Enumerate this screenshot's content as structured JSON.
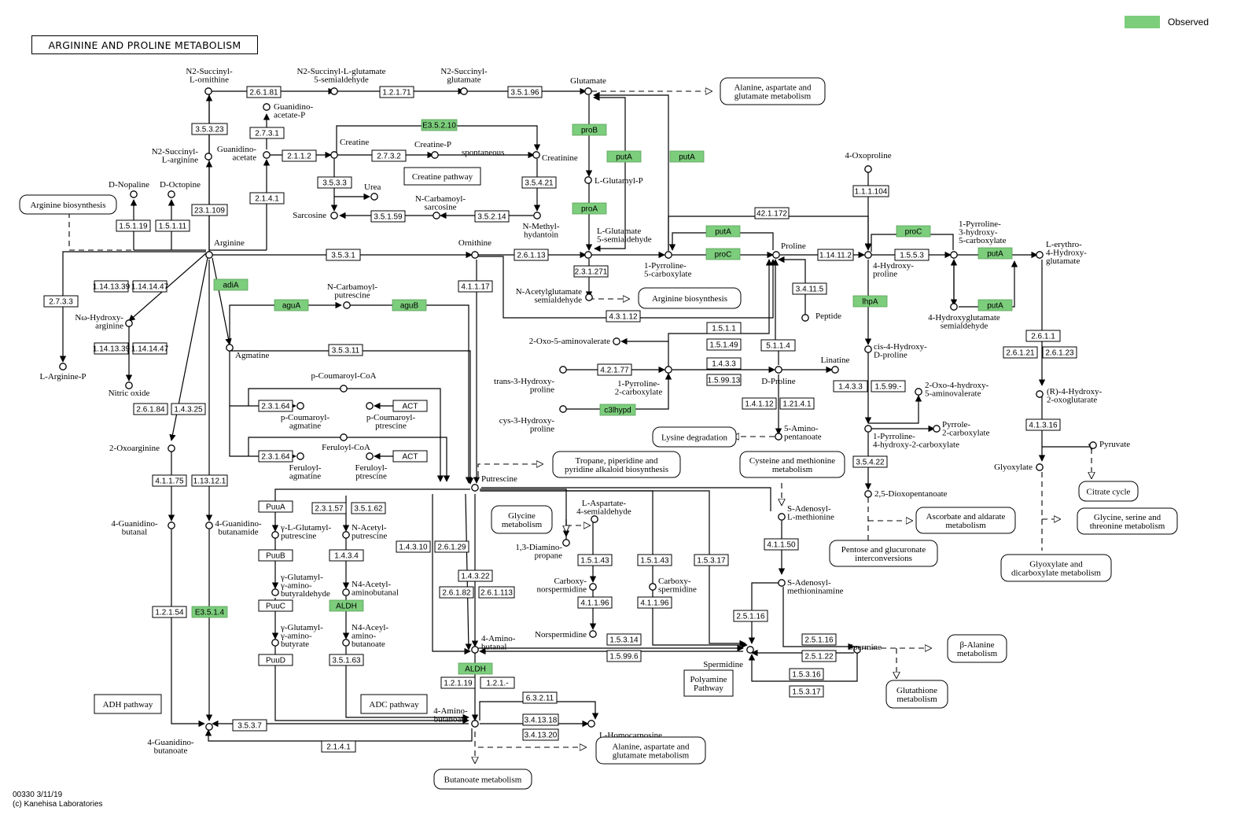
{
  "title": "ARGININE AND PROLINE METABOLISM",
  "legend": {
    "label": "Observed",
    "color": "#7ccd7c"
  },
  "footer": {
    "map_code": "00330 3/11/19",
    "copyright": "(c) Kanehisa Laboratories"
  },
  "compounds": [
    {
      "id": "n2sucorn",
      "lines": [
        "N2-Succinyl-",
        "L-ornithine"
      ]
    },
    {
      "id": "n2sucglusa",
      "lines": [
        "N2-Succinyl-L-glutamate",
        "5-semialdehyde"
      ]
    },
    {
      "id": "n2sucglu",
      "lines": [
        "N2-Succinyl-",
        "glutamate"
      ]
    },
    {
      "id": "glutamate",
      "lines": [
        "Glutamate"
      ]
    },
    {
      "id": "guanacetp",
      "lines": [
        "Guanidino-",
        "acetate-P"
      ]
    },
    {
      "id": "n2sucarg",
      "lines": [
        "N2-Succinyl-",
        "L-arginine"
      ]
    },
    {
      "id": "guanacet",
      "lines": [
        "Guanidino-",
        "acetate"
      ]
    },
    {
      "id": "creatine",
      "lines": [
        "Creatine"
      ]
    },
    {
      "id": "creatinep",
      "lines": [
        "Creatine-P"
      ]
    },
    {
      "id": "creatinine",
      "lines": [
        "Creatinine"
      ]
    },
    {
      "id": "dnopaline",
      "lines": [
        "D-Nopaline"
      ]
    },
    {
      "id": "doctopine",
      "lines": [
        "D-Octopine"
      ]
    },
    {
      "id": "urea",
      "lines": [
        "Urea"
      ]
    },
    {
      "id": "ncarbsarc",
      "lines": [
        "N-Carbamoyl-",
        "sarcosine"
      ]
    },
    {
      "id": "sarcosine",
      "lines": [
        "Sarcosine"
      ]
    },
    {
      "id": "nmethhyd",
      "lines": [
        "N-Methyl-",
        "hydantoin"
      ]
    },
    {
      "id": "lglutp",
      "lines": [
        "L-Glutamyl-P"
      ]
    },
    {
      "id": "lglusa",
      "lines": [
        "L-Glutamate",
        "5-semialdehyde"
      ]
    },
    {
      "id": "oxoproline",
      "lines": [
        "4-Oxoproline"
      ]
    },
    {
      "id": "arginine",
      "lines": [
        "Arginine"
      ]
    },
    {
      "id": "ornithine",
      "lines": [
        "Ornithine"
      ]
    },
    {
      "id": "p5c",
      "lines": [
        "1-Pyrroline-",
        "5-carboxylate"
      ]
    },
    {
      "id": "proline",
      "lines": [
        "Proline"
      ]
    },
    {
      "id": "hydroxyproline",
      "lines": [
        "4-Hydroxy-",
        "proline"
      ]
    },
    {
      "id": "hp3c",
      "lines": [
        "1-Pyrroline-",
        "3-hydroxy-",
        "5-carboxylate"
      ]
    },
    {
      "id": "erythro",
      "lines": [
        "L-erythro-",
        "4-Hydroxy-",
        "glutamate"
      ]
    },
    {
      "id": "argp",
      "lines": [
        "L-Arginine-P"
      ]
    },
    {
      "id": "nwhydarg",
      "lines": [
        "Nω-Hydroxy-",
        "arginine"
      ]
    },
    {
      "id": "nitricoxide",
      "lines": [
        "Nitric oxide"
      ]
    },
    {
      "id": "ncarbput",
      "lines": [
        "N-Carbamoyl-",
        "putrescine"
      ]
    },
    {
      "id": "nacglusa",
      "lines": [
        "N-Acetylglutamate",
        "semialdehyde"
      ]
    },
    {
      "id": "hydglusa",
      "lines": [
        "4-Hydroxyglutamate",
        "semialdehyde"
      ]
    },
    {
      "id": "peptide",
      "lines": [
        "Peptide"
      ]
    },
    {
      "id": "agmatine",
      "lines": [
        "Agmatine"
      ]
    },
    {
      "id": "oxoaminoval",
      "lines": [
        "2-Oxo-5-aminovalerate"
      ]
    },
    {
      "id": "cishyddpro",
      "lines": [
        "cis-4-Hydroxy-",
        "D-proline"
      ]
    },
    {
      "id": "pcoumcoa",
      "lines": [
        "p-Coumaroyl-CoA"
      ]
    },
    {
      "id": "transhyd",
      "lines": [
        "trans-3-Hydroxy-",
        "proline"
      ]
    },
    {
      "id": "p2c",
      "lines": [
        "1-Pyrroline-",
        "2-carboxylate"
      ]
    },
    {
      "id": "dproline",
      "lines": [
        "D-Proline"
      ]
    },
    {
      "id": "linatine",
      "lines": [
        "Linatine"
      ]
    },
    {
      "id": "oxohydamv",
      "lines": [
        "2-Oxo-4-hydroxy-",
        "5-aminovalerate"
      ]
    },
    {
      "id": "rhydoxo",
      "lines": [
        "(R)-4-Hydroxy-",
        "2-oxoglutarate"
      ]
    },
    {
      "id": "pcoumagm",
      "lines": [
        "p-Coumaroyl-",
        "agmatine"
      ]
    },
    {
      "id": "pcoumput",
      "lines": [
        "p-Coumaroyl-",
        "ptrescine"
      ]
    },
    {
      "id": "cyshyd",
      "lines": [
        "cys-3-Hydroxy-",
        "proline"
      ]
    },
    {
      "id": "aminopent",
      "lines": [
        "5-Amino-",
        "pentanoate"
      ]
    },
    {
      "id": "pyr2c",
      "lines": [
        "Pyrrole-",
        "2-carboxylate"
      ]
    },
    {
      "id": "hp4h2c",
      "lines": [
        "1-Pyrroline-",
        "4-hydroxy-2-carboxylate"
      ]
    },
    {
      "id": "pyruvate",
      "lines": [
        "Pyruvate"
      ]
    },
    {
      "id": "oxoarginine",
      "lines": [
        "2-Oxoarginine"
      ]
    },
    {
      "id": "feruloylcoa",
      "lines": [
        "Feruloyl-CoA"
      ]
    },
    {
      "id": "ferulagm",
      "lines": [
        "Feruloyl-",
        "agmatine"
      ]
    },
    {
      "id": "ferulput",
      "lines": [
        "Feruloyl-",
        "ptrescine"
      ]
    },
    {
      "id": "glyoxylate",
      "lines": [
        "Glyoxylate"
      ]
    },
    {
      "id": "putrescine",
      "lines": [
        "Putrescine"
      ]
    },
    {
      "id": "dioxopent",
      "lines": [
        "2,5-Dioxopentanoate"
      ]
    },
    {
      "id": "laspsa",
      "lines": [
        "L-Aspartate-",
        "4-semialdehyde"
      ]
    },
    {
      "id": "sam",
      "lines": [
        "S-Adenosyl-",
        "L-methionine"
      ]
    },
    {
      "id": "guanbutanal",
      "lines": [
        "4-Guanidino-",
        "butanal"
      ]
    },
    {
      "id": "guanbutamide",
      "lines": [
        "4-Guanidino-",
        "butanamide"
      ]
    },
    {
      "id": "gglutput",
      "lines": [
        "γ-L-Glutamyl-",
        "putrescine"
      ]
    },
    {
      "id": "nacput",
      "lines": [
        "N-Acetyl-",
        "putrescine"
      ]
    },
    {
      "id": "diaminoprop",
      "lines": [
        "1,3-Diamino-",
        "propane"
      ]
    },
    {
      "id": "gglutaminobut",
      "lines": [
        "γ-Glutamyl-",
        "γ-amino-",
        "butyraldehyde"
      ]
    },
    {
      "id": "n4acaminobut",
      "lines": [
        "N4-Acetyl-",
        "aminobutanal"
      ]
    },
    {
      "id": "carbnorspd",
      "lines": [
        "Carboxy-",
        "norspermidine"
      ]
    },
    {
      "id": "carbspd",
      "lines": [
        "Carboxy-",
        "spermidine"
      ]
    },
    {
      "id": "samine",
      "lines": [
        "S-Adenosyl-",
        "methioninamine"
      ]
    },
    {
      "id": "gglutaminobutyrate",
      "lines": [
        "γ-Glutamyl-",
        "γ-amino-",
        "butyrate"
      ]
    },
    {
      "id": "n4acaminobutanoate",
      "lines": [
        "N4-Aceyl-",
        "amino-",
        "butanoate"
      ]
    },
    {
      "id": "aminobutanal",
      "lines": [
        "4-Amino-",
        "butanal"
      ]
    },
    {
      "id": "norspermidine",
      "lines": [
        "Norspermidine"
      ]
    },
    {
      "id": "spermine",
      "lines": [
        "Spermine"
      ]
    },
    {
      "id": "spermidine",
      "lines": [
        "Spermidine"
      ]
    },
    {
      "id": "aminobutanoate",
      "lines": [
        "4-Amino-",
        "butanoate"
      ]
    },
    {
      "id": "lhomocarnosine",
      "lines": [
        "L-Homocarnosine"
      ]
    },
    {
      "id": "guanbutanoate",
      "lines": [
        "4-Guanidino-",
        "butanoate"
      ]
    }
  ],
  "enzymes": [
    {
      "id": "e1",
      "label": "2.6.1.81",
      "observed": false
    },
    {
      "id": "e2",
      "label": "1.2.1.71",
      "observed": false
    },
    {
      "id": "e3",
      "label": "3.5.1.96",
      "observed": false
    },
    {
      "id": "e4",
      "label": "3.5.3.23",
      "observed": false
    },
    {
      "id": "e5",
      "label": "2.7.3.1",
      "observed": false
    },
    {
      "id": "e6",
      "label": "E3.5.2.10",
      "observed": true
    },
    {
      "id": "e7",
      "label": "proB",
      "observed": true
    },
    {
      "id": "e8",
      "label": "putA",
      "observed": true
    },
    {
      "id": "e9",
      "label": "putA",
      "observed": true
    },
    {
      "id": "e10",
      "label": "2.1.1.2",
      "observed": false
    },
    {
      "id": "e11",
      "label": "2.7.3.2",
      "observed": false
    },
    {
      "id": "e12",
      "label": "3.5.3.3",
      "observed": false
    },
    {
      "id": "e13",
      "label": "3.5.4.21",
      "observed": false
    },
    {
      "id": "e14",
      "label": "23.1.109",
      "observed": false
    },
    {
      "id": "e15",
      "label": "2.1.4.1",
      "observed": false
    },
    {
      "id": "e16",
      "label": "3.5.1.59",
      "observed": false
    },
    {
      "id": "e17",
      "label": "3.5.2.14",
      "observed": false
    },
    {
      "id": "e18",
      "label": "proA",
      "observed": true
    },
    {
      "id": "e19",
      "label": "1.1.1.104",
      "observed": false
    },
    {
      "id": "e20",
      "label": "42.1.172",
      "observed": false
    },
    {
      "id": "e21",
      "label": "1.5.1.19",
      "observed": false
    },
    {
      "id": "e22",
      "label": "1.5.1.11",
      "observed": false
    },
    {
      "id": "e23",
      "label": "putA",
      "observed": true
    },
    {
      "id": "e24",
      "label": "proC",
      "observed": true
    },
    {
      "id": "e25",
      "label": "3.5.3.1",
      "observed": false
    },
    {
      "id": "e26",
      "label": "2.6.1.13",
      "observed": false
    },
    {
      "id": "e27",
      "label": "proC",
      "observed": true
    },
    {
      "id": "e28",
      "label": "1.14.11.2",
      "observed": false
    },
    {
      "id": "e29",
      "label": "1.5.5.3",
      "observed": false
    },
    {
      "id": "e30",
      "label": "putA",
      "observed": true
    },
    {
      "id": "e31",
      "label": "2.3.1.271",
      "observed": false
    },
    {
      "id": "e32",
      "label": "1.14.13.39",
      "observed": false
    },
    {
      "id": "e33",
      "label": "1.14.14.47",
      "observed": false
    },
    {
      "id": "e34",
      "label": "adiA",
      "observed": true
    },
    {
      "id": "e35",
      "label": "4.1.1.17",
      "observed": false
    },
    {
      "id": "e36",
      "label": "3.4.11.5",
      "observed": false
    },
    {
      "id": "e37",
      "label": "2.7.3.3",
      "observed": false
    },
    {
      "id": "e38",
      "label": "aguA",
      "observed": true
    },
    {
      "id": "e39",
      "label": "aguB",
      "observed": true
    },
    {
      "id": "e40",
      "label": "lhpA",
      "observed": true
    },
    {
      "id": "e41",
      "label": "putA",
      "observed": true
    },
    {
      "id": "e42",
      "label": "4.3.1.12",
      "observed": false
    },
    {
      "id": "e43",
      "label": "1.5.1.1",
      "observed": false
    },
    {
      "id": "e44",
      "label": "2.6.1.1",
      "observed": false
    },
    {
      "id": "e45",
      "label": "1.5.1.49",
      "observed": false
    },
    {
      "id": "e46",
      "label": "2.6.1.21",
      "observed": false
    },
    {
      "id": "e47",
      "label": "2.6.1.23",
      "observed": false
    },
    {
      "id": "e48",
      "label": "1.14.13.39",
      "observed": false
    },
    {
      "id": "e49",
      "label": "1.14.14.47",
      "observed": false
    },
    {
      "id": "e50",
      "label": "3.5.3.11",
      "observed": false
    },
    {
      "id": "e51",
      "label": "5.1.1.4",
      "observed": false
    },
    {
      "id": "e52",
      "label": "1.4.3.3",
      "observed": false
    },
    {
      "id": "e53",
      "label": "4.2.1.77",
      "observed": false
    },
    {
      "id": "e54",
      "label": "1.5.99.13",
      "observed": false
    },
    {
      "id": "e55",
      "label": "1.4.3.3",
      "observed": false
    },
    {
      "id": "e56",
      "label": "1.5.99.-",
      "observed": false
    },
    {
      "id": "e57",
      "label": "2.6.1.84",
      "observed": false
    },
    {
      "id": "e58",
      "label": "1.4.3.25",
      "observed": false
    },
    {
      "id": "e59",
      "label": "2.3.1.64",
      "observed": false
    },
    {
      "id": "e60",
      "label": "ACT",
      "observed": false
    },
    {
      "id": "e61",
      "label": "c3lhypd",
      "observed": true
    },
    {
      "id": "e62",
      "label": "1.4.1.12",
      "observed": false
    },
    {
      "id": "e63",
      "label": "1.21.4.1",
      "observed": false
    },
    {
      "id": "e64",
      "label": "4.1.3.16",
      "observed": false
    },
    {
      "id": "e65",
      "label": "2.3.1.64",
      "observed": false
    },
    {
      "id": "e66",
      "label": "ACT",
      "observed": false
    },
    {
      "id": "e67",
      "label": "3.5.4.22",
      "observed": false
    },
    {
      "id": "e68",
      "label": "4.1.1.75",
      "observed": false
    },
    {
      "id": "e69",
      "label": "1.13.12.1",
      "observed": false
    },
    {
      "id": "e70",
      "label": "PuuA",
      "observed": false
    },
    {
      "id": "e71",
      "label": "2.3.1.57",
      "observed": false
    },
    {
      "id": "e72",
      "label": "3.5.1.62",
      "observed": false
    },
    {
      "id": "e73",
      "label": "1.4.3.10",
      "observed": false
    },
    {
      "id": "e74",
      "label": "2.6.1.29",
      "observed": false
    },
    {
      "id": "e75",
      "label": "PuuB",
      "observed": false
    },
    {
      "id": "e76",
      "label": "1.4.3.4",
      "observed": false
    },
    {
      "id": "e77",
      "label": "1.5.1.43",
      "observed": false
    },
    {
      "id": "e78",
      "label": "1.5.1.43",
      "observed": false
    },
    {
      "id": "e79",
      "label": "1.5.3.17",
      "observed": false
    },
    {
      "id": "e80",
      "label": "4.1.1.50",
      "observed": false
    },
    {
      "id": "e81",
      "label": "1.4.3.22",
      "observed": false
    },
    {
      "id": "e82",
      "label": "2.6.1.82",
      "observed": false
    },
    {
      "id": "e83",
      "label": "2.6.1.113",
      "observed": false
    },
    {
      "id": "e84",
      "label": "PuuC",
      "observed": false
    },
    {
      "id": "e85",
      "label": "ALDH",
      "observed": true
    },
    {
      "id": "e86",
      "label": "4.1.1.96",
      "observed": false
    },
    {
      "id": "e87",
      "label": "4.1.1.96",
      "observed": false
    },
    {
      "id": "e88",
      "label": "2.5.1.16",
      "observed": false
    },
    {
      "id": "e89",
      "label": "1.2.1.54",
      "observed": false
    },
    {
      "id": "e90",
      "label": "E3.5.1.4",
      "observed": true
    },
    {
      "id": "e91",
      "label": "1.5.3.14",
      "observed": false
    },
    {
      "id": "e92",
      "label": "2.5.1.16",
      "observed": false
    },
    {
      "id": "e93",
      "label": "PuuD",
      "observed": false
    },
    {
      "id": "e94",
      "label": "3.5.1.63",
      "observed": false
    },
    {
      "id": "e95",
      "label": "1.5.99.6",
      "observed": false
    },
    {
      "id": "e96",
      "label": "2.5.1.22",
      "observed": false
    },
    {
      "id": "e97",
      "label": "ALDH",
      "observed": true
    },
    {
      "id": "e98",
      "label": "1.5.3.16",
      "observed": false
    },
    {
      "id": "e99",
      "label": "1.2.1.19",
      "observed": false
    },
    {
      "id": "e100",
      "label": "1.2.1.-",
      "observed": false
    },
    {
      "id": "e101",
      "label": "1.5.3.17",
      "observed": false
    },
    {
      "id": "e102",
      "label": "6.3.2.11",
      "observed": false
    },
    {
      "id": "e103",
      "label": "3.4.13.18",
      "observed": false
    },
    {
      "id": "e104",
      "label": "3.5.3.7",
      "observed": false
    },
    {
      "id": "e105",
      "label": "3.4.13.20",
      "observed": false
    },
    {
      "id": "e106",
      "label": "2.1.4.1",
      "observed": false
    }
  ],
  "maps": [
    {
      "id": "m1",
      "lines": [
        "Alanine, aspartate and",
        "glutamate metabolism"
      ]
    },
    {
      "id": "m2",
      "lines": [
        "Creatine pathway"
      ]
    },
    {
      "id": "m3",
      "lines": [
        "Arginine biosynthesis"
      ]
    },
    {
      "id": "m4",
      "lines": [
        "Arginine biosynthesis"
      ]
    },
    {
      "id": "m5",
      "lines": [
        "Lysine degradation"
      ]
    },
    {
      "id": "m6",
      "lines": [
        "Tropane, piperidine and",
        "pyridine alkaloid biosynthesis"
      ]
    },
    {
      "id": "m7",
      "lines": [
        "Cysteine and methionine",
        "metabolism"
      ]
    },
    {
      "id": "m8",
      "lines": [
        "Citrate cycle"
      ]
    },
    {
      "id": "m9",
      "lines": [
        "Glycine",
        "metabolism"
      ]
    },
    {
      "id": "m10",
      "lines": [
        "Ascorbate and aldarate",
        "metabolism"
      ]
    },
    {
      "id": "m11",
      "lines": [
        "Glycine, serine and",
        "threonine metabolism"
      ]
    },
    {
      "id": "m12",
      "lines": [
        "Pentose and glucuronate",
        "interconversions"
      ]
    },
    {
      "id": "m13",
      "lines": [
        "Glyoxylate and",
        "dicarboxylate metabolism"
      ]
    },
    {
      "id": "m14",
      "lines": [
        "β-Alanine",
        "metabolism"
      ]
    },
    {
      "id": "m15",
      "lines": [
        "Polyamine",
        "Pathway"
      ]
    },
    {
      "id": "m16",
      "lines": [
        "ADH pathway"
      ]
    },
    {
      "id": "m17",
      "lines": [
        "ADC pathway"
      ]
    },
    {
      "id": "m18",
      "lines": [
        "Glutathione",
        "metabolism"
      ]
    },
    {
      "id": "m19",
      "lines": [
        "Alanine, aspartate and",
        "glutamate metabolism"
      ]
    },
    {
      "id": "m20",
      "lines": [
        "Butanoate metabolism"
      ]
    }
  ],
  "annotations": [
    {
      "id": "a1",
      "text": "spontaneous"
    }
  ]
}
